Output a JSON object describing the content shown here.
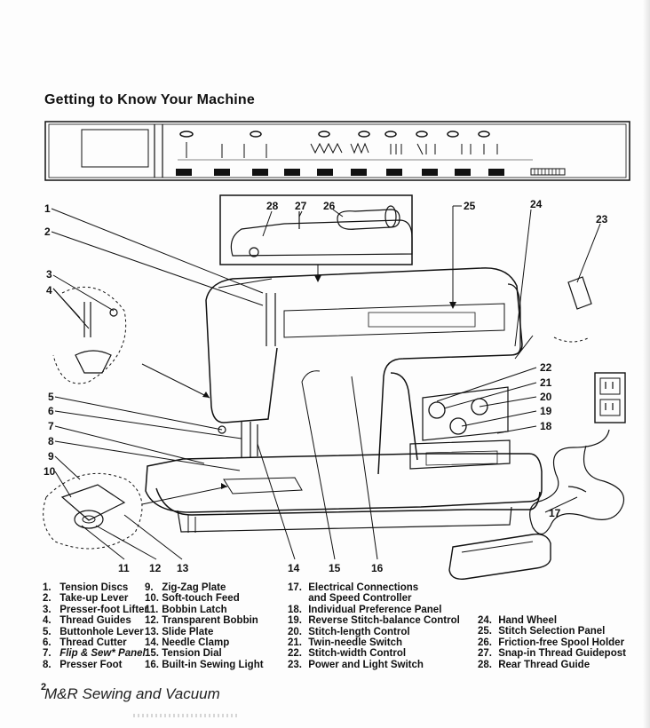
{
  "title": "Getting to Know Your Machine",
  "callouts": [
    "1",
    "2",
    "3",
    "4",
    "5",
    "6",
    "7",
    "8",
    "9",
    "10",
    "11",
    "12",
    "13",
    "14",
    "15",
    "16",
    "17",
    "18",
    "19",
    "20",
    "21",
    "22",
    "23",
    "24",
    "25",
    "26",
    "27",
    "28"
  ],
  "legend": {
    "col1": [
      {
        "n": "1.",
        "t": "Tension Discs"
      },
      {
        "n": "2.",
        "t": "Take-up Lever"
      },
      {
        "n": "3.",
        "t": "Presser-foot Lifter"
      },
      {
        "n": "4.",
        "t": "Thread Guides"
      },
      {
        "n": "5.",
        "t": "Buttonhole Lever"
      },
      {
        "n": "6.",
        "t": "Thread Cutter"
      },
      {
        "n": "7.",
        "t": "Flip & Sew* Panel"
      },
      {
        "n": "8.",
        "t": "Presser Foot"
      }
    ],
    "col2": [
      {
        "n": "9.",
        "t": "Zig-Zag Plate"
      },
      {
        "n": "10.",
        "t": "Soft-touch Feed"
      },
      {
        "n": "11.",
        "t": "Bobbin Latch"
      },
      {
        "n": "12.",
        "t": "Transparent Bobbin"
      },
      {
        "n": "13.",
        "t": "Slide Plate"
      },
      {
        "n": "14.",
        "t": "Needle Clamp"
      },
      {
        "n": "15.",
        "t": "Tension Dial"
      },
      {
        "n": "16.",
        "t": "Built-in Sewing Light"
      }
    ],
    "col3": [
      {
        "n": "17.",
        "t": "Electrical Connections"
      },
      {
        "n": "",
        "t": "and Speed Controller"
      },
      {
        "n": "18.",
        "t": "Individual Preference Panel"
      },
      {
        "n": "19.",
        "t": "Reverse Stitch-balance Control"
      },
      {
        "n": "20.",
        "t": "Stitch-length Control"
      },
      {
        "n": "21.",
        "t": "Twin-needle Switch"
      },
      {
        "n": "22.",
        "t": "Stitch-width Control"
      },
      {
        "n": "23.",
        "t": "Power and Light Switch"
      }
    ],
    "col4": [
      {
        "n": "24.",
        "t": "Hand Wheel"
      },
      {
        "n": "25.",
        "t": "Stitch Selection Panel"
      },
      {
        "n": "26.",
        "t": "Friction-free Spool Holder"
      },
      {
        "n": "27.",
        "t": "Snap-in Thread Guidepost"
      },
      {
        "n": "28.",
        "t": "Rear Thread Guide"
      }
    ]
  },
  "page_number": "2",
  "footer_brand": "M&R Sewing and Vacuum"
}
